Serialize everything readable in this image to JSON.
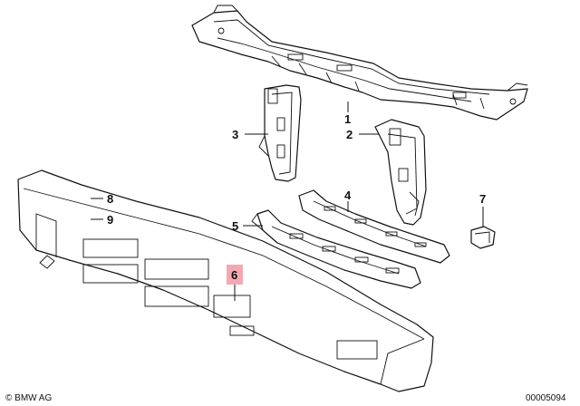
{
  "callouts": [
    {
      "id": "1",
      "label": "1"
    },
    {
      "id": "2",
      "label": "2"
    },
    {
      "id": "3",
      "label": "3"
    },
    {
      "id": "4",
      "label": "4"
    },
    {
      "id": "5",
      "label": "5"
    },
    {
      "id": "6",
      "label": "6",
      "highlight_color": "#f3a9b3"
    },
    {
      "id": "7",
      "label": "7"
    },
    {
      "id": "8",
      "label": "8"
    },
    {
      "id": "9",
      "label": "9"
    }
  ],
  "footer": {
    "brand": "© BMW AG",
    "diagram_number": "00005094"
  }
}
